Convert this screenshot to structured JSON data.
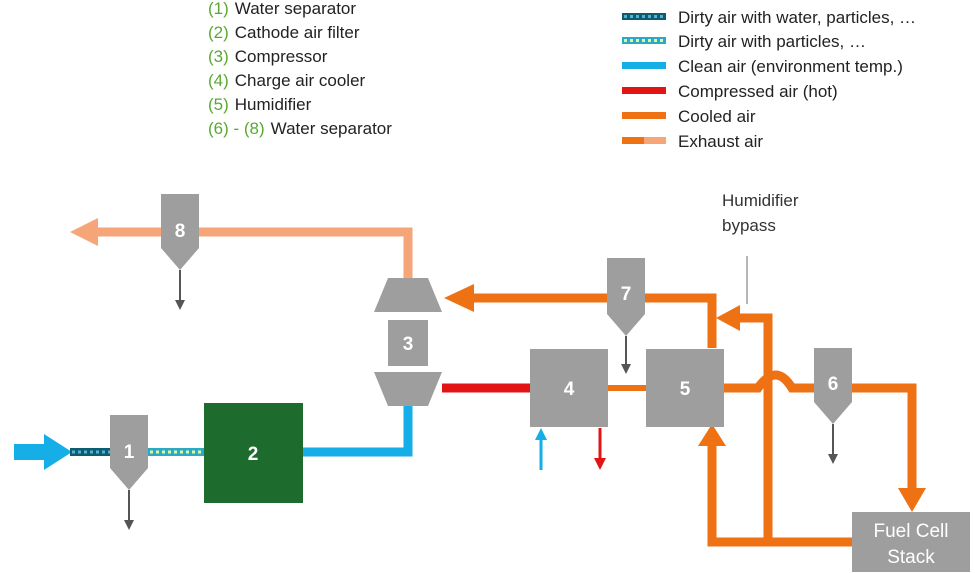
{
  "component_list": [
    {
      "num": "(1)",
      "label": "Water separator"
    },
    {
      "num": "(2)",
      "label": "Cathode air filter"
    },
    {
      "num": "(3)",
      "label": "Compressor"
    },
    {
      "num": "(4)",
      "label": "Charge air cooler"
    },
    {
      "num": "(5)",
      "label": "Humidifier"
    },
    {
      "num": "(6) - (8)",
      "label": "Water separator"
    }
  ],
  "legend": [
    {
      "label": "Dirty air with water, particles, …",
      "style": "dashed",
      "color": "#0e5c6e",
      "dash_color": "#4fb3d9"
    },
    {
      "label": "Dirty air with particles, …",
      "style": "dashed",
      "color": "#2aa9c9",
      "dash_color": "#d9f7a5"
    },
    {
      "label": "Clean air (environment temp.)",
      "style": "solid",
      "color": "#16aee6"
    },
    {
      "label": "Compressed air (hot)",
      "style": "solid",
      "color": "#e31414"
    },
    {
      "label": "Cooled air",
      "style": "solid",
      "color": "#ee7114"
    },
    {
      "label": "Exhaust air",
      "style": "split",
      "color": "#ee7114",
      "color2": "#f5a578"
    }
  ],
  "components": {
    "separator_1": "1",
    "filter_2": "2",
    "compressor_3": "3",
    "cooler_4": "4",
    "humidifier_5": "5",
    "separator_6": "6",
    "separator_7": "7",
    "separator_8": "8",
    "stack_line1": "Fuel Cell",
    "stack_line2": "Stack"
  },
  "annotations": {
    "bypass_line1": "Humidifier",
    "bypass_line2": "bypass"
  },
  "colors": {
    "component_gray": "#9e9e9e",
    "filter_green": "#1e6b2e",
    "number_green": "#5aa832",
    "exhaust": "#f5a578",
    "cooled": "#ee7114",
    "hot": "#e31414",
    "clean": "#16aee6"
  }
}
